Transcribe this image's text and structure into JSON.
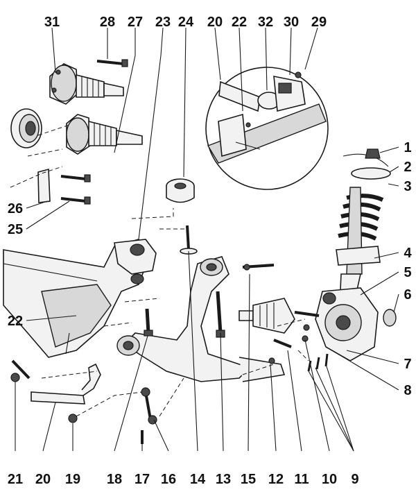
{
  "labels": {
    "top": [
      "31",
      "28",
      "27",
      "23",
      "24",
      "20",
      "22",
      "32",
      "30",
      "29"
    ],
    "right": [
      "1",
      "2",
      "3",
      "4",
      "5",
      "6",
      "7",
      "8"
    ],
    "left": [
      "26",
      "25",
      "22"
    ],
    "bottom": [
      "21",
      "20",
      "19",
      "18",
      "17",
      "16",
      "14",
      "13",
      "15",
      "12",
      "11",
      "10",
      "9"
    ]
  }
}
